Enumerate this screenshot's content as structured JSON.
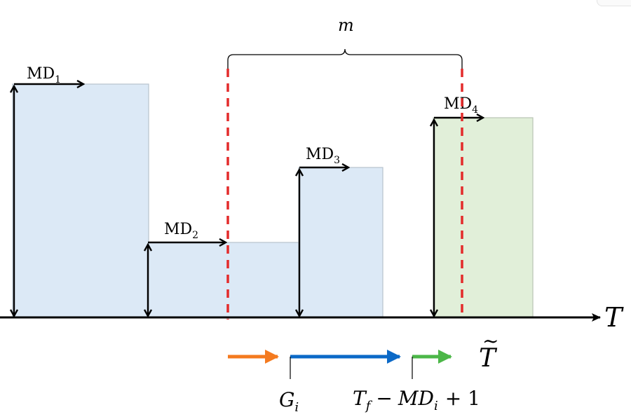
{
  "colors": {
    "blue_bar_fill": "#dce9f6",
    "blue_bar_stroke": "#b8c3cd",
    "green_bar_fill": "#e1efd9",
    "green_bar_stroke": "#b9c4b3",
    "axis": "#000000",
    "window_marker": "#e32b2b",
    "segment_before_gi": "#f47a1f",
    "segment_gi_to_end": "#0b69c7",
    "segment_after_end": "#4cb748"
  },
  "labels": {
    "brace": "m",
    "time_axis": "T",
    "transformed_axis": "T",
    "transformed_axis_accent": "~",
    "gi_base": "G",
    "gi_sub": "i",
    "end_tf_base": "T",
    "end_tf_sub": "f",
    "end_minus": "−",
    "end_md_base": "MD",
    "end_md_sub": "i",
    "end_plus_one": "+ 1"
  },
  "bars": [
    {
      "label_base": "MD",
      "label_sub": "1",
      "color": "blue"
    },
    {
      "label_base": "MD",
      "label_sub": "2",
      "color": "blue"
    },
    {
      "label_base": "MD",
      "label_sub": "3",
      "color": "blue"
    },
    {
      "label_base": "MD",
      "label_sub": "4",
      "color": "green"
    }
  ]
}
